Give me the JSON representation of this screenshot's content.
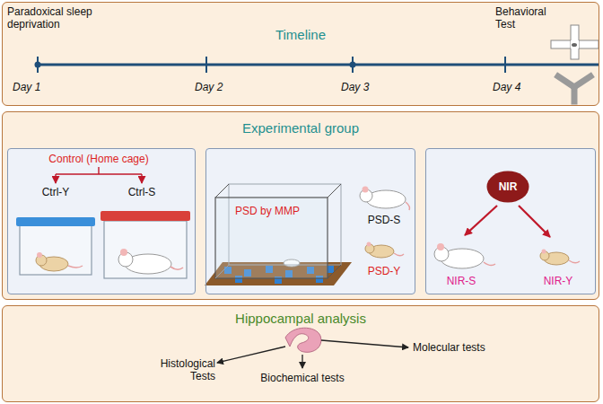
{
  "diagram": {
    "nodes": [
      {
        "text": [
          "Timeline",
          "Paradoxical sleep deprivation",
          "Day 1",
          "Day 2",
          "Day 3",
          "Day 4",
          "Behavioral Test"
        ]
      },
      {
        "text": [
          "Experimental group"
        ]
      },
      {
        "text": [
          "Control (Home cage)",
          "Ctrl-Y",
          "Ctrl-S"
        ],
        "in": 1
      },
      {
        "text": [
          "PSD by MMP",
          "PSD-S",
          "PSD-Y"
        ],
        "in": 1
      },
      {
        "text": [
          "NIR-S",
          "NIR-Y"
        ],
        "in": 1
      },
      {
        "text": [
          "NIR"
        ],
        "in": 4
      },
      {
        "text": [
          "Hippocampal analysis",
          "Histological Tests",
          "Biochemical tests",
          "Molecular tests"
        ]
      }
    ]
  }
}
